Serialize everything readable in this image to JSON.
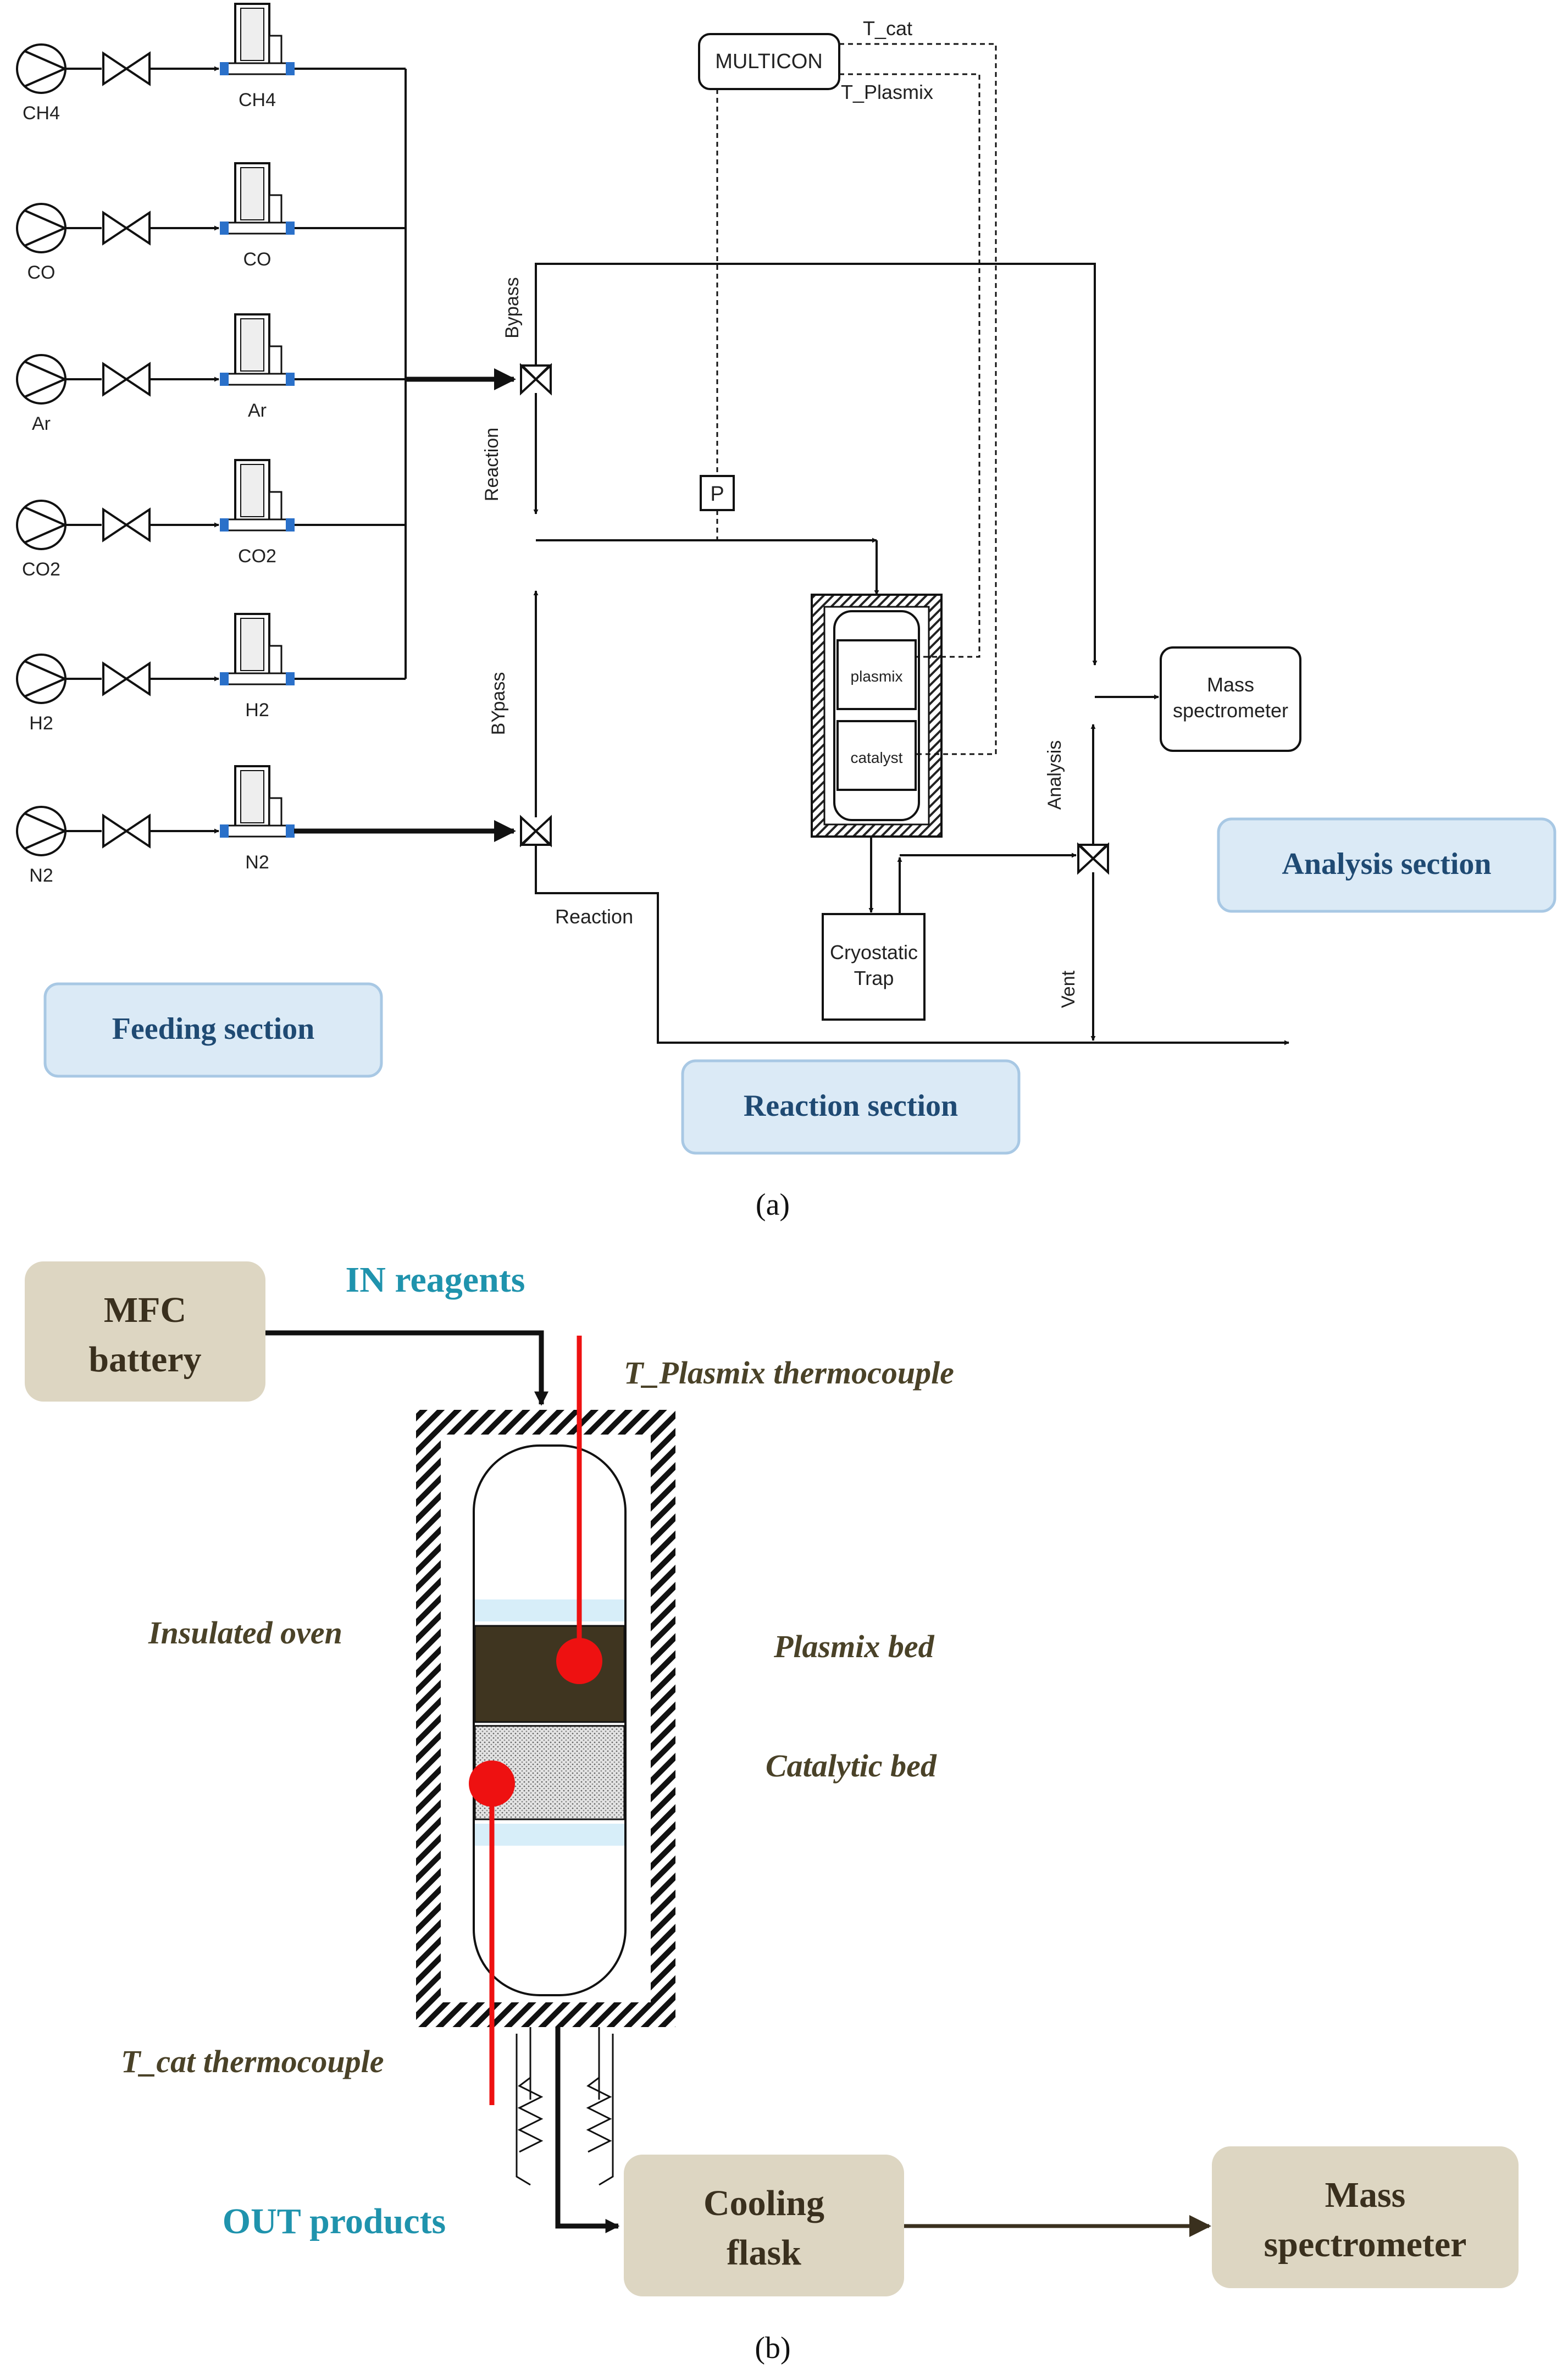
{
  "panel_a": {
    "caption": "(a)",
    "gases": [
      "CH4",
      "CO",
      "Ar",
      "CO2",
      "H2",
      "N2"
    ],
    "mfc_labels": [
      "CH4",
      "CO",
      "Ar",
      "CO2",
      "H2",
      "N2"
    ],
    "multicon": "MULTICON",
    "t_cat": "T_cat",
    "t_plasmix": "T_Plasmix",
    "pressure": "P",
    "bypass_top": "Bypass",
    "reaction_top": "Reaction",
    "bypass_bottom": "BYpass",
    "reaction_bottom": "Reaction",
    "plasmix": "plasmix",
    "catalyst": "catalyst",
    "cryostatic_trap": [
      "Cryostatic",
      "Trap"
    ],
    "mass_spectrometer": [
      "Mass",
      "spectrometer"
    ],
    "analysis": "Analysis",
    "vent": "Vent",
    "feeding_section": "Feeding section",
    "reaction_section": "Reaction section",
    "analysis_section": "Analysis section"
  },
  "panel_b": {
    "caption": "(b)",
    "mfc_battery": [
      "MFC",
      "battery"
    ],
    "in_reagents": "IN reagents",
    "t_plasmix_thermocouple": "T_Plasmix thermocouple",
    "insulated_oven": "Insulated oven",
    "plasmix_bed": "Plasmix bed",
    "catalytic_bed": "Catalytic bed",
    "t_cat_thermocouple": "T_cat thermocouple",
    "out_products": "OUT products",
    "cooling_flask": [
      "Cooling",
      "flask"
    ],
    "mass_spectrometer": [
      "Mass",
      "spectrometer"
    ]
  },
  "colors": {
    "section_fill": "#dbeaf6",
    "section_stroke": "#a8c8e4",
    "section_text": "#1f4a73",
    "box_fill": "#ddd6c2",
    "teal_text": "#1f93ad",
    "thermocouple": "#ee1111",
    "plasmix_bed": "#3f3520"
  }
}
